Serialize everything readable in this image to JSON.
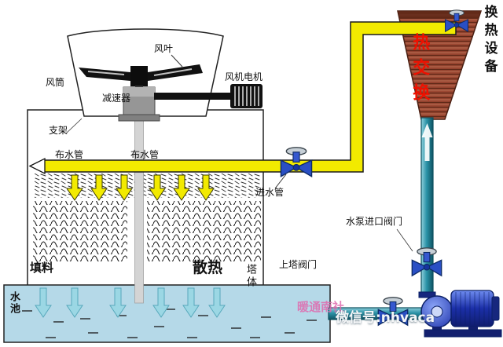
{
  "labels": {
    "fan_blade": "风叶",
    "fan_duct": "风筒",
    "fan_motor": "风机电机",
    "reducer": "减速器",
    "support": "支架",
    "water_pipe_left": "布水管",
    "water_pipe_right": "布水管",
    "inlet_pipe": "进水管",
    "fill_material": "填料",
    "heat_dissipation": "散热",
    "tower_body": "塔体",
    "pool": "水池",
    "up_tower_valve": "上塔阀门",
    "pump_inlet_valve": "水泵进口阀门",
    "heat_exchange": "热交换",
    "heat_exchange_equipment": "换热设备"
  },
  "watermarks": {
    "brand": "暖通南社",
    "wechat": "微信号:nhvaca"
  },
  "colors": {
    "pipe_yellow": "#f2ea00",
    "pipe_teal": "#2b93a7",
    "pool_fill": "#b5d9e8",
    "exchanger_brown": "#9c4732",
    "heat_text_red": "#ee1100",
    "pump_blue": "#1b2fa8",
    "valve_blue": "#2a4fc4",
    "watermark_pink": "#e06aae"
  }
}
